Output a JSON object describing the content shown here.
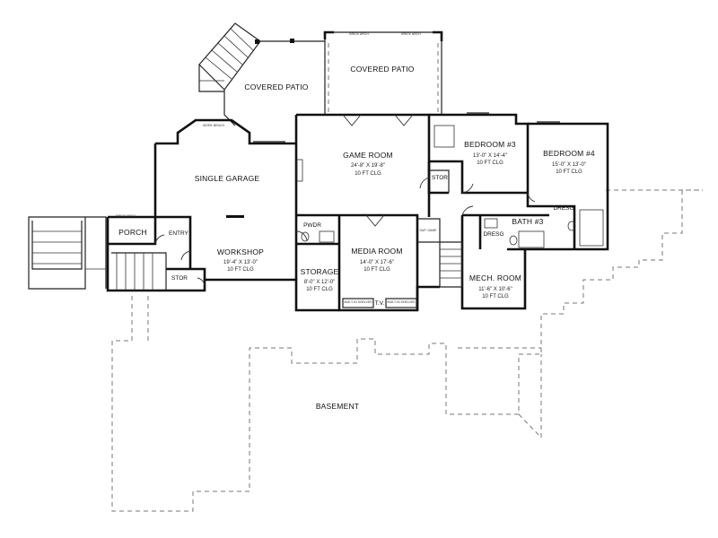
{
  "rooms": {
    "covered_patio_1": {
      "name": "COVERED PATIO"
    },
    "covered_patio_2": {
      "name": "COVERED PATIO"
    },
    "game_room": {
      "name": "GAME ROOM",
      "size": "24'-8\" X 19'-8\"",
      "ceiling": "10 FT CLG"
    },
    "bedroom_3": {
      "name": "BEDROOM #3",
      "size": "13'-0\" X 14'-4\"",
      "ceiling": "10 FT CLG"
    },
    "bedroom_4": {
      "name": "BEDROOM #4",
      "size": "15'-0\" X 13'-0\"",
      "ceiling": "10 FT CLG"
    },
    "single_garage": {
      "name": "SINGLE GARAGE"
    },
    "porch": {
      "name": "PORCH"
    },
    "entry": {
      "name": "ENTRY"
    },
    "workshop": {
      "name": "WORKSHOP",
      "size": "19'-4\" X 13'-0\"",
      "ceiling": "10 FT CLG"
    },
    "stor_garage": {
      "name": "STOR"
    },
    "stor_game": {
      "name": "STOR"
    },
    "pwdr": {
      "name": "PWDR"
    },
    "storage": {
      "name": "STORAGE",
      "size": "8'-0\" X 12'-0\"",
      "ceiling": "10 FT CLG"
    },
    "media_room": {
      "name": "MEDIA ROOM",
      "size": "14'-0\" X 17'-6\"",
      "ceiling": "10 FT CLG"
    },
    "mech_room": {
      "name": "MECH. ROOM",
      "size": "11'-6\" X 10'-6\"",
      "ceiling": "10 FT CLG"
    },
    "bath_3": {
      "name": "BATH #3"
    },
    "dresg_1": {
      "name": "DRESG"
    },
    "dresg_2": {
      "name": "DRESG"
    },
    "basement": {
      "name": "BASEMENT"
    }
  },
  "annotations": {
    "brick_arch_1": "BRICK ARCH",
    "brick_arch_2": "BRICK ARCH",
    "brick_arch_3": "BRICK ARCH",
    "work_bench": "WORK BENCH",
    "tv": "T.V.",
    "built_in_1": "BUILT-IN SHELVES",
    "built_in_2": "BUILT-IN SHELVES",
    "sup_game": "SUP. GAME"
  }
}
